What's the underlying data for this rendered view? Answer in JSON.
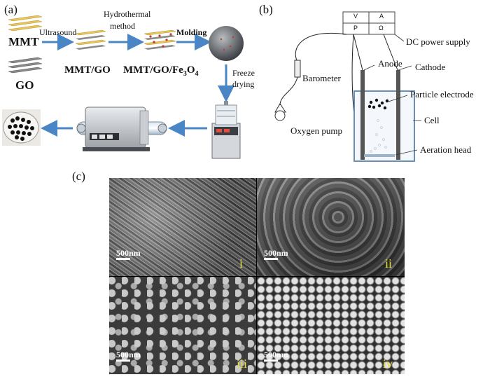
{
  "panel_a": {
    "label": "(a)",
    "mmt": "MMT",
    "go": "GO",
    "step_ultrasound": "Ultrasound",
    "step_hydrothermal_1": "Hydrothermal",
    "step_hydrothermal_2": "method",
    "mmt_go": "MMT/GO",
    "mmt_go_fe3o4": "MMT/GO/Fe",
    "fe_sub3": "3",
    "fe_o": "O",
    "fe_sub4": "4",
    "step_molding": "Molding",
    "step_freeze_1": "Freeze",
    "step_freeze_2": "drying"
  },
  "panel_b": {
    "label": "(b)",
    "meter_v": "V",
    "meter_a": "A",
    "meter_p": "P",
    "meter_ohm": "Ω",
    "dc_power": "DC power supply",
    "anode": "Anode",
    "cathode": "Cathode",
    "barometer": "Barometer",
    "particle_electrode": "Particle electrode",
    "cell": "Cell",
    "oxygen_pump": "Oxygen pump",
    "aeration_head": "Aeration head"
  },
  "panel_c": {
    "label": "(c)",
    "images": [
      {
        "scale": "500nm",
        "roman": "i"
      },
      {
        "scale": "500nm",
        "roman": "ii"
      },
      {
        "scale": "500nm",
        "roman": "iii"
      },
      {
        "scale": "500nm",
        "roman": "iv"
      }
    ]
  },
  "colors": {
    "arrow_blue": "#4a86c5",
    "mmt_sheet": "#e8c65a",
    "go_sheet": "#8a8a8a",
    "sem_label": "#e6dd3a"
  }
}
